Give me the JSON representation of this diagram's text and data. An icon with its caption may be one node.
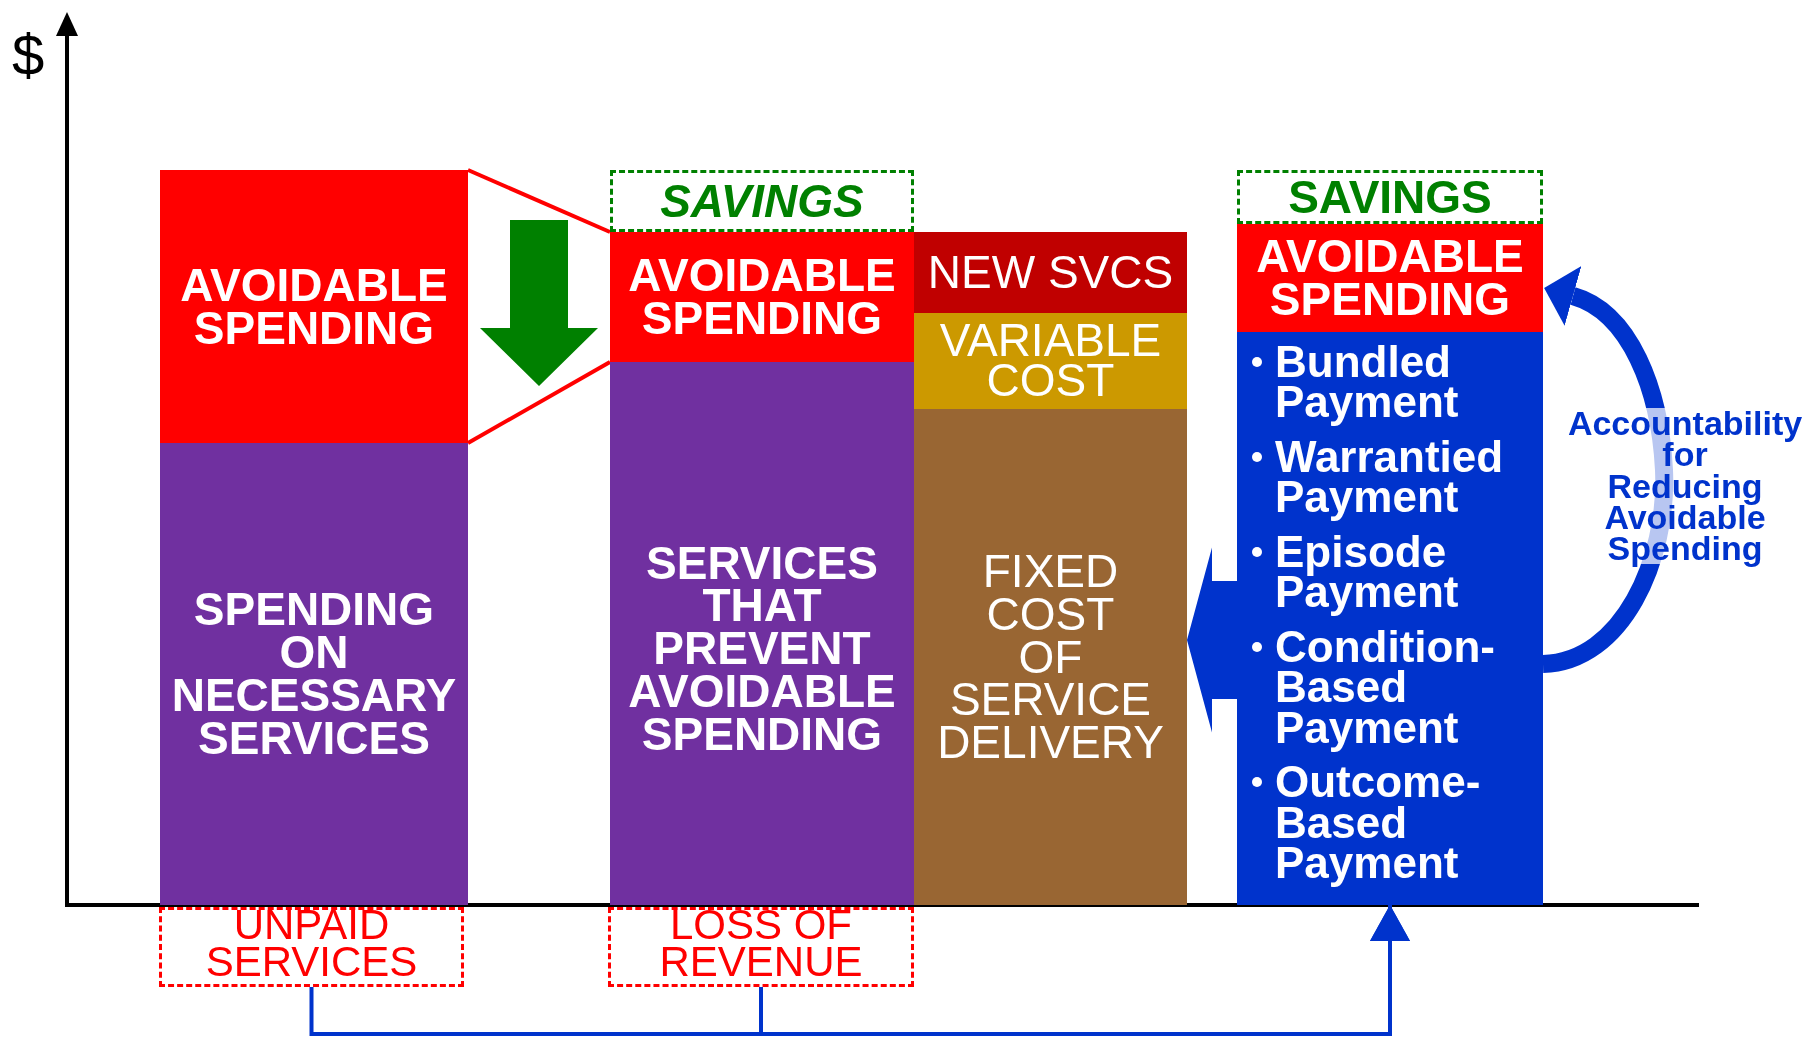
{
  "diagram": {
    "nodes": [
      {
        "text": [
          "AVOIDABLE SPENDING"
        ]
      },
      {
        "text": [
          "SPENDING ON NECESSARY SERVICES"
        ]
      },
      {
        "text": [
          "SAVINGS"
        ]
      },
      {
        "text": [
          "AVOIDABLE SPENDING"
        ]
      },
      {
        "text": [
          "SERVICES THAT PREVENT AVOIDABLE SPENDING"
        ]
      },
      {
        "text": [
          "NEW SVCS"
        ]
      },
      {
        "text": [
          "VARIABLE COST"
        ]
      },
      {
        "text": [
          "FIXED COST OF SERVICE DELIVERY"
        ]
      },
      {
        "text": [
          "SAVINGS"
        ]
      },
      {
        "text": [
          "AVOIDABLE SPENDING"
        ]
      },
      {
        "text": [
          "Bundled Payment",
          "Warrantied Payment",
          "Episode Payment",
          "Condition-Based Payment",
          "Outcome-Based Payment"
        ]
      },
      {
        "text": [
          "UNPAID SERVICES"
        ]
      },
      {
        "text": [
          "LOSS OF REVENUE"
        ]
      }
    ],
    "edges": [
      {
        "from": 11,
        "to": 10,
        "arrow": "to"
      },
      {
        "from": 12,
        "to": 10,
        "arrow": "to"
      },
      {
        "from": 10,
        "to": 7,
        "arrow": "to",
        "style": "thick"
      },
      {
        "from": 10,
        "to": 9,
        "arrow": "to",
        "style": "thick",
        "label": "Accountability for Reducing Avoidable Spending"
      },
      {
        "from": 0,
        "to": 3,
        "arrow": "none",
        "color": "#ff0000"
      },
      {
        "from": 0,
        "to": 3,
        "arrow": "none",
        "color": "#ff0000"
      },
      {
        "from": 3,
        "to": 0,
        "arrow": "to",
        "style": "thick",
        "color": "#008000"
      }
    ],
    "labels": [
      "$"
    ]
  }
}
